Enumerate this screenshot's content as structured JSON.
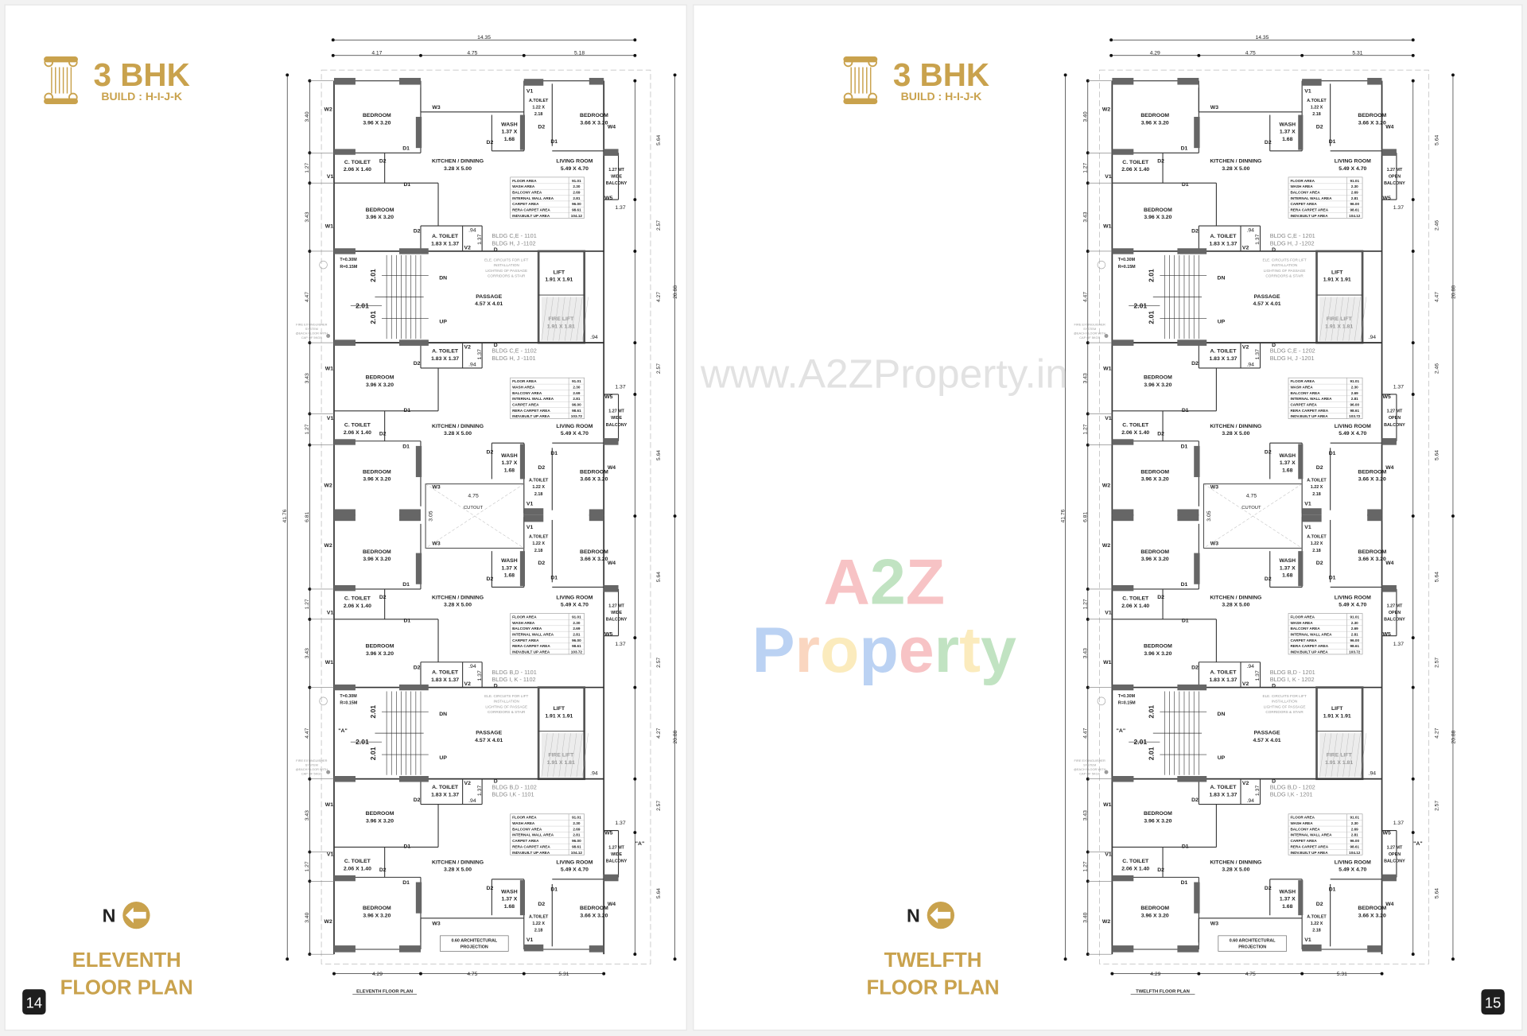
{
  "brand_color": "#C9A24D",
  "pages": [
    {
      "page_number": "14",
      "title": "3 BHK",
      "subtitle": "BUILD : H-I-J-K",
      "north_label": "N",
      "plan_title_line1": "ELEVENTH",
      "plan_title_line2": "FLOOR PLAN",
      "plan": {
        "caption": "ELEVENTH FLOOR PLAN",
        "overall_width": "14.35",
        "top_dims": [
          "4.17",
          "4.75",
          "5.18"
        ],
        "bottom_dims": [
          "4.29",
          "4.75",
          "5.31"
        ],
        "overall_height": "41.76",
        "half_heights": [
          "20.88",
          "20.88"
        ],
        "left_dims": [
          "3.40",
          "1.27",
          "3.43",
          "4.47",
          "3.43",
          "1.27",
          "6.81",
          "1.27",
          "3.43",
          "4.47",
          "3.43",
          "1.27",
          "3.40"
        ],
        "right_dims": [
          "5.64",
          "2.57",
          "4.27",
          "2.57",
          "5.64",
          "5.64",
          "2.57",
          "4.27",
          "2.57",
          "5.64"
        ],
        "balcony": [
          "1.27 MT",
          "WIDE",
          "BALCONY"
        ],
        "flats": [
          {
            "bldg": [
              "BLDG C,E - 1101",
              "BLDG H, J -1102"
            ],
            "built_up": "104.12"
          },
          {
            "bldg": [
              "BLDG C,E - 1102",
              "BLDG H, J -1101"
            ],
            "built_up": "103.72"
          },
          {
            "bldg": [
              "BLDG B,D - 1101",
              "BLDG I, K - 1102"
            ],
            "built_up": "103.72"
          },
          {
            "bldg": [
              "BLDG B,D - 1102",
              "BLDG I,K - 1101"
            ],
            "built_up": "104.12"
          }
        ]
      }
    },
    {
      "page_number": "15",
      "title": "3 BHK",
      "subtitle": "BUILD : H-I-J-K",
      "north_label": "N",
      "plan_title_line1": "TWELFTH",
      "plan_title_line2": "FLOOR PLAN",
      "plan": {
        "caption": "TWELFTH FLOOR PLAN",
        "overall_width": "14.35",
        "top_dims": [
          "4.29",
          "4.75",
          "5.31"
        ],
        "bottom_dims": [
          "4.29",
          "4.75",
          "5.31"
        ],
        "overall_height": "41.76",
        "half_heights": [
          "20.88",
          "20.88"
        ],
        "left_dims": [
          "3.40",
          "1.27",
          "3.43",
          "4.47",
          "3.43",
          "1.27",
          "6.81",
          "1.27",
          "3.43",
          "4.47",
          "3.43",
          "1.27",
          "3.40"
        ],
        "right_dims": [
          "5.64",
          "2.46",
          "4.47",
          "2.46",
          "5.64",
          "5.64",
          "2.57",
          "4.27",
          "2.57",
          "5.64"
        ],
        "balcony": [
          "1.27 MT",
          "OPEN",
          "BALCONY"
        ],
        "flats": [
          {
            "bldg": [
              "BLDG C,E - 1201",
              "BLDG H, J -1202"
            ],
            "built_up": "104.12"
          },
          {
            "bldg": [
              "BLDG C,E - 1202",
              "BLDG H, J -1201"
            ],
            "built_up": "103.72"
          },
          {
            "bldg": [
              "BLDG B,D - 1201",
              "BLDG I, K - 1202"
            ],
            "built_up": "103.72"
          },
          {
            "bldg": [
              "BLDG B,D - 1202",
              "BLDG I,K - 1201"
            ],
            "built_up": "104.12"
          }
        ]
      }
    }
  ],
  "rooms": {
    "bedroom": "BEDROOM",
    "bed_a": "3.96 X 3.20",
    "bed_b": "3.66 X 3.20",
    "ctoilet": "C. TOILET",
    "ctoilet_dim": "2.06 X 1.40",
    "kitchen": "KITCHEN / DINNING",
    "kitchen_dim": "3.28 X 5.00",
    "living": "LIVING ROOM",
    "living_dim": "5.49 X 4.70",
    "atoilet": "A. TOILET",
    "atoilet_dim": "1.83 X 1.37",
    "atoilet_small": [
      "A.TOILET",
      "1.22 X",
      "2.18"
    ],
    "wash": [
      "WASH",
      "1.37 X",
      "1.68"
    ],
    "shaft_w": ".94",
    "shaft_h": "1.37",
    "w5_dim": "1.37",
    "tags": {
      "W1": "W1",
      "W2": "W2",
      "W3": "W3",
      "W4": "W4",
      "W5": "W5",
      "V1": "V1",
      "V2": "V2",
      "D": "D",
      "D1": "D1",
      "D2": "D2"
    }
  },
  "core": {
    "tread": "T=0.30M",
    "riser": "R=0.15M",
    "stair_dim": "2.01",
    "dn": "DN",
    "up": "UP",
    "passage": "PASSAGE",
    "passage_dim": "4.57 X 4.01",
    "lift": "LIFT",
    "lift_dim": "1.91 X 1.91",
    "fire_lift": "FIRE LIFT",
    "fire_lift_dim": "1.91 X 1.81",
    "gap": ".94",
    "ele_note": [
      "ELE. CIRCUITS FOR LIFT",
      "INSTALLATION",
      "LIGHTING OF PASSAGE",
      "CORRIDORS & STAIR"
    ],
    "fire_note": [
      "FIRE EXTINGUISHER",
      "SYSTEM",
      "@EACH FLOOR WITH",
      "CAP OF 5KGS"
    ],
    "section_mark": "\"A\""
  },
  "cutout": {
    "width": "4.75",
    "label": "CUTOUT",
    "depth": "3.05"
  },
  "projection": [
    "0.60 ARCHITECTURAL",
    "PROJECTION"
  ],
  "area_table": {
    "labels": [
      "FLOOR AREA",
      "WASH AREA",
      "BALCONY AREA",
      "INTERNAL WALL AREA",
      "CARPET AREA",
      "RERA CARPET AREA",
      "INDV.BUILT UP AREA"
    ],
    "values": [
      "91.01",
      "2.30",
      "2.69",
      "2.81",
      "96.00",
      "98.61"
    ]
  },
  "watermarks": {
    "site": "www.A2ZProperty.in",
    "brand": [
      {
        "t": "A",
        "c": "#e8545a"
      },
      {
        "t": "2",
        "c": "#4caf50"
      },
      {
        "t": "Z",
        "c": "#e8545a"
      },
      {
        "t": " ",
        "c": "#ffffff"
      },
      {
        "t": "P",
        "c": "#3b7ddd"
      },
      {
        "t": "r",
        "c": "#f08a4b"
      },
      {
        "t": "o",
        "c": "#f4c542"
      },
      {
        "t": "p",
        "c": "#3b7ddd"
      },
      {
        "t": "e",
        "c": "#e8545a"
      },
      {
        "t": "r",
        "c": "#4caf50"
      },
      {
        "t": "t",
        "c": "#f4c542"
      },
      {
        "t": "y",
        "c": "#4caf50"
      }
    ]
  }
}
